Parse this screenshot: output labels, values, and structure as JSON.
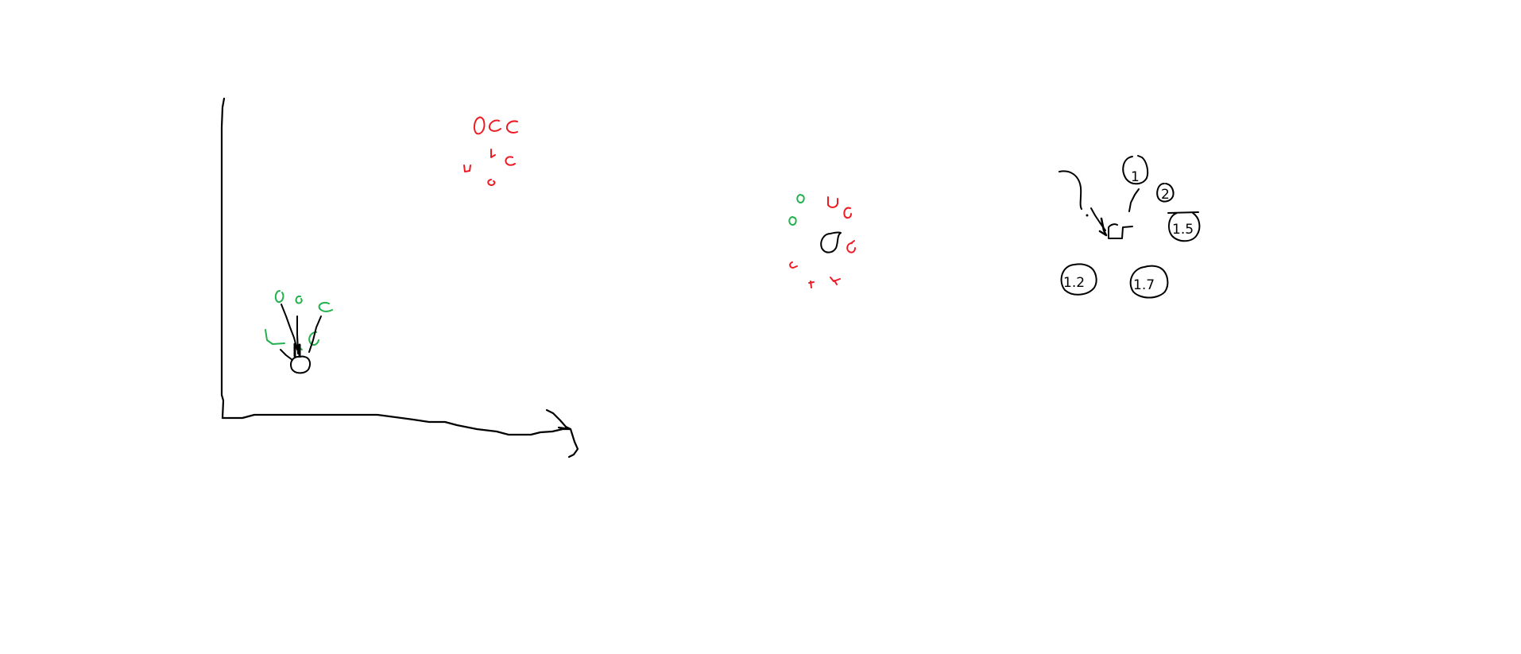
{
  "colors": {
    "background": "#ffffff",
    "black_ink": "#000000",
    "red_ink": "#ed1c24",
    "green_ink": "#22b14c"
  },
  "drawing": {
    "labels": {
      "node_1": "1",
      "node_2": "2",
      "node_1_5": "1.5",
      "node_1_2": "1.2",
      "node_1_7": "1.7"
    }
  }
}
